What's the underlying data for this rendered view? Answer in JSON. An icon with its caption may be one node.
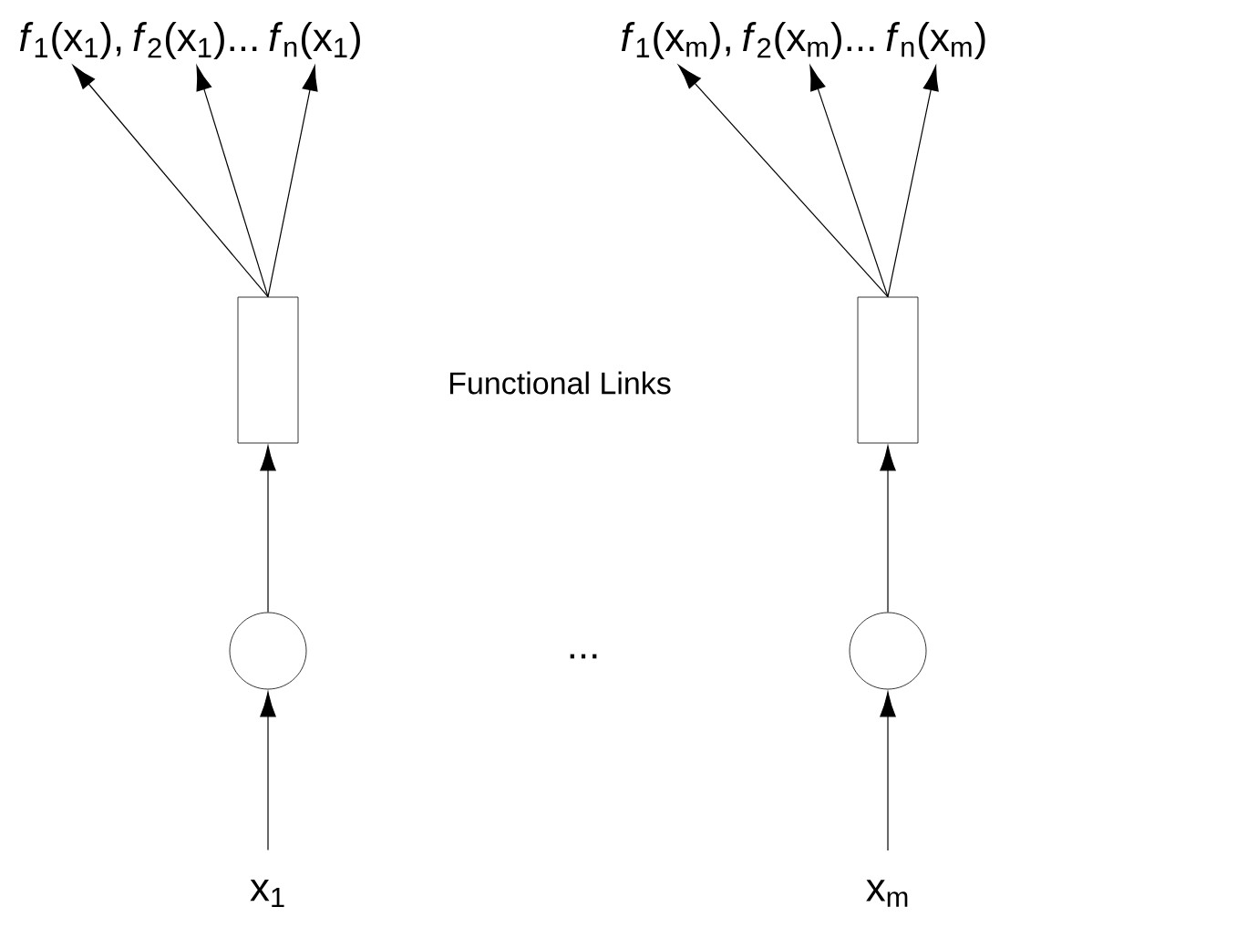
{
  "diagram": {
    "nodes": [
      {
        "text": [
          "*f*$_{1}$(x$_{1}$),"
        ]
      },
      {
        "text": [
          "*f*$_{2}$(x$_{1}$)..."
        ]
      },
      {
        "text": [
          "*f*$_{n}$(x$_{1}$)"
        ]
      },
      {
        "text": [
          "*f*$_{1}$(x$_{m}$),"
        ]
      },
      {
        "text": [
          "*f*$_{2}$(x$_{m}$)..."
        ]
      },
      {
        "text": [
          "*f*$_{n}$(x$_{m}$)"
        ]
      },
      {
        "text": [],
        "shape": "box"
      },
      {
        "text": [],
        "shape": "box"
      },
      {
        "text": [],
        "shape": "circle"
      },
      {
        "text": [],
        "shape": "circle"
      },
      {
        "text": [
          "x$_{1}$"
        ]
      },
      {
        "text": [
          "x$_{m}$"
        ]
      }
    ],
    "edges": [
      {
        "from": 6,
        "to": 0,
        "arrow": "to"
      },
      {
        "from": 6,
        "to": 1,
        "arrow": "to"
      },
      {
        "from": 6,
        "to": 2,
        "arrow": "to"
      },
      {
        "from": 7,
        "to": 3,
        "arrow": "to"
      },
      {
        "from": 7,
        "to": 4,
        "arrow": "to"
      },
      {
        "from": 7,
        "to": 5,
        "arrow": "to"
      },
      {
        "from": 8,
        "to": 6,
        "arrow": "to"
      },
      {
        "from": 9,
        "to": 7,
        "arrow": "to"
      },
      {
        "from": 10,
        "to": 8,
        "arrow": "to"
      },
      {
        "from": 11,
        "to": 9,
        "arrow": "to"
      }
    ],
    "labels": [
      "Functional Links",
      "..."
    ]
  }
}
